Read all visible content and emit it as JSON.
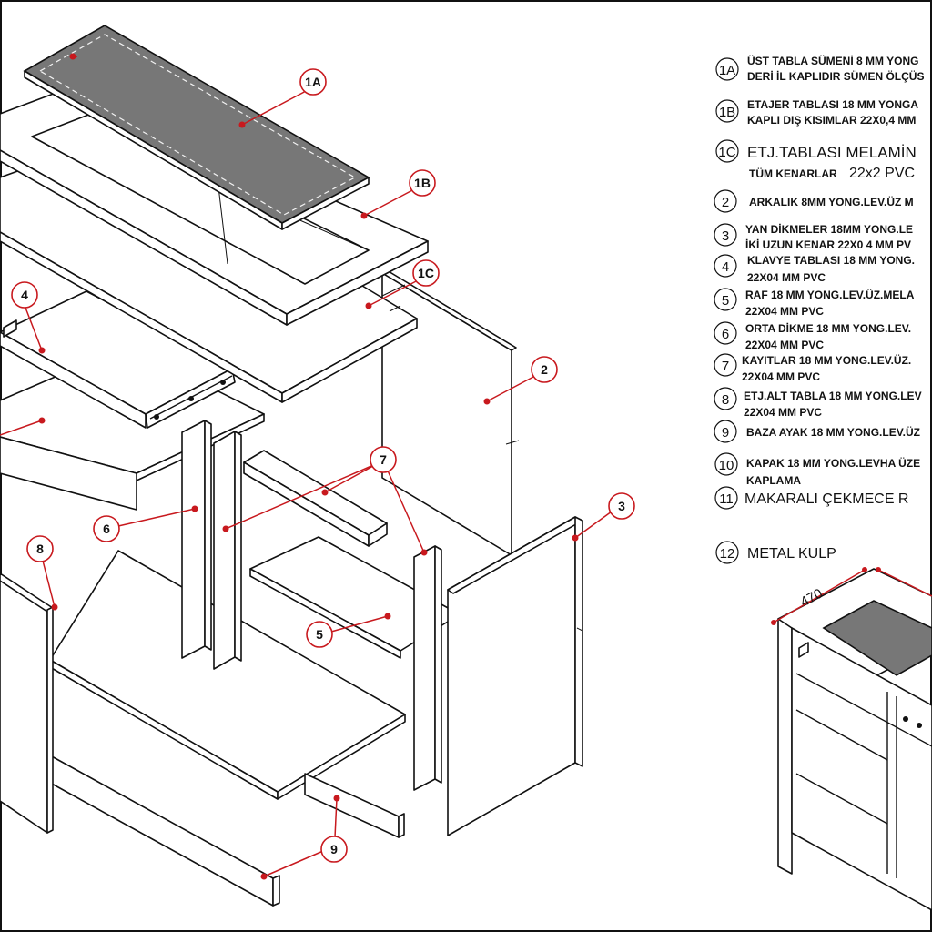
{
  "callouts": {
    "c1A": "1A",
    "c1B": "1B",
    "c1C": "1C",
    "c2": "2",
    "c3": "3",
    "c4": "4",
    "c5": "5",
    "c6": "6",
    "c7": "7",
    "c8": "8",
    "c9": "9"
  },
  "legend": [
    {
      "num": "1A",
      "lines": [
        "ÜST TABLA SÜMENİ 8 MM YONG",
        "DERİ İL KAPLIDIR SÜMEN ÖLÇÜS"
      ]
    },
    {
      "num": "1B",
      "lines": [
        "ETAJER TABLASI 18 MM YONGA",
        "KAPLI DIŞ KISIMLAR 22X0,4 MM"
      ]
    },
    {
      "num": "1C",
      "lines": [
        "ETJ.TABLASI MELAMİN",
        "TÜM KENARLAR",
        "22x2 PVC"
      ]
    },
    {
      "num": "2",
      "lines": [
        "ARKALIK 8MM YONG.LEV.ÜZ M"
      ]
    },
    {
      "num": "3",
      "lines": [
        "YAN DİKMELER  18MM YONG.LE",
        "İKİ UZUN KENAR 22X0 4  MM PV"
      ]
    },
    {
      "num": "4",
      "lines": [
        "KLAVYE TABLASI 18 MM YONG.",
        "22X04 MM PVC"
      ]
    },
    {
      "num": "5",
      "lines": [
        "RAF 18 MM YONG.LEV.ÜZ.MELA",
        "22X04 MM PVC"
      ]
    },
    {
      "num": "6",
      "lines": [
        "ORTA DİKME 18 MM YONG.LEV.",
        "22X04 MM PVC"
      ]
    },
    {
      "num": "7",
      "lines": [
        "KAYITLAR 18 MM YONG.LEV.ÜZ.",
        "22X04 MM PVC"
      ]
    },
    {
      "num": "8",
      "lines": [
        "ETJ.ALT TABLA 18 MM YONG.LEV",
        "22X04 MM PVC"
      ]
    },
    {
      "num": "9",
      "lines": [
        "BAZA AYAK 18 MM YONG.LEV.ÜZ"
      ]
    },
    {
      "num": "10",
      "lines": [
        "KAPAK 18 MM YONG.LEVHA ÜZE",
        "KAPLAMA"
      ]
    },
    {
      "num": "11",
      "lines": [
        "MAKARALI ÇEKMECE R"
      ]
    },
    {
      "num": "12",
      "lines": [
        "METAL KULP"
      ]
    }
  ],
  "dimension": "470"
}
